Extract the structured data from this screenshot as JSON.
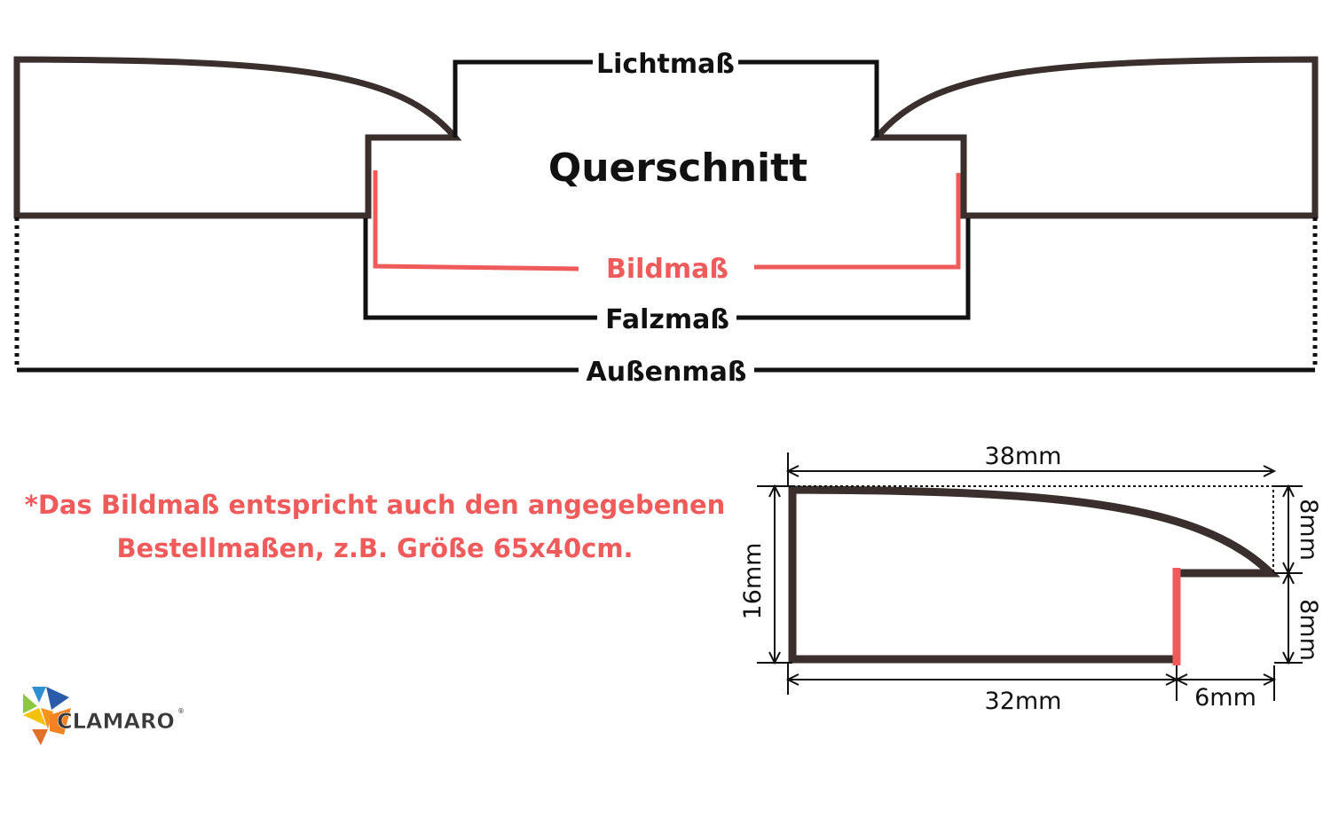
{
  "diagram": {
    "title": "Querschnitt",
    "labels": {
      "lichtmass": "Lichtmaß",
      "bildmass": "Bildmaß",
      "falzmass": "Falzmaß",
      "aussenmass": "Außenmaß"
    },
    "profile_dimensions": {
      "width_top": "38mm",
      "width_bottom": "32mm",
      "rebate_width": "6mm",
      "height_total": "16mm",
      "height_upper": "8mm",
      "height_lower": "8mm"
    }
  },
  "note": {
    "line1": "*Das Bildmaß entspricht auch den angegebenen",
    "line2": "Bestellmaßen, z.B. Größe 65x40cm."
  },
  "brand": {
    "name": "CLAMARO",
    "registered": "®"
  },
  "colors": {
    "frame": "#3a2f2d",
    "accent_red": "#ef5b5b",
    "dimension_line": "#111111"
  }
}
